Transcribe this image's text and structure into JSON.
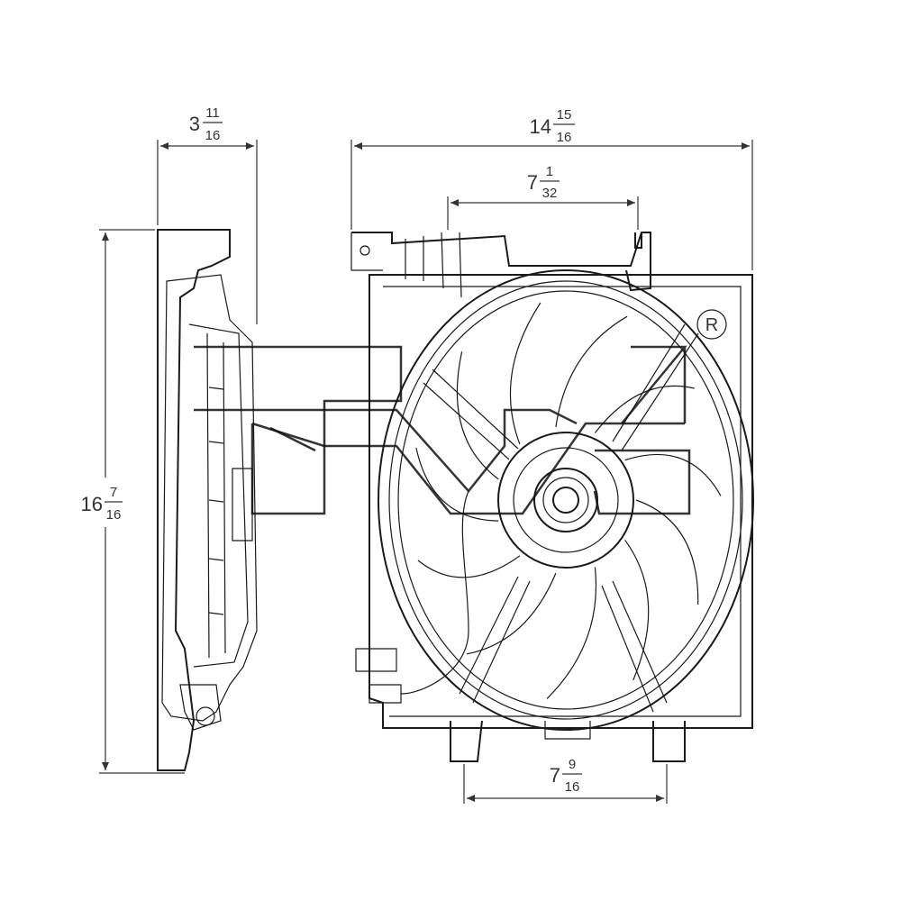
{
  "dimensions": {
    "depth": {
      "whole": "3",
      "numerator": "11",
      "denominator": "16"
    },
    "width": {
      "whole": "14",
      "numerator": "15",
      "denominator": "16"
    },
    "upper_mount": {
      "whole": "7",
      "numerator": "1",
      "denominator": "32"
    },
    "height": {
      "whole": "16",
      "numerator": "7",
      "denominator": "16"
    },
    "lower_mount": {
      "whole": "7",
      "numerator": "9",
      "denominator": "16"
    }
  },
  "registered_mark": "R",
  "icons": {
    "arrow": "dimension-arrow-icon",
    "fan": "fan-blade-icon"
  },
  "colors": {
    "line": "#1a1a1a",
    "background": "#ffffff"
  }
}
